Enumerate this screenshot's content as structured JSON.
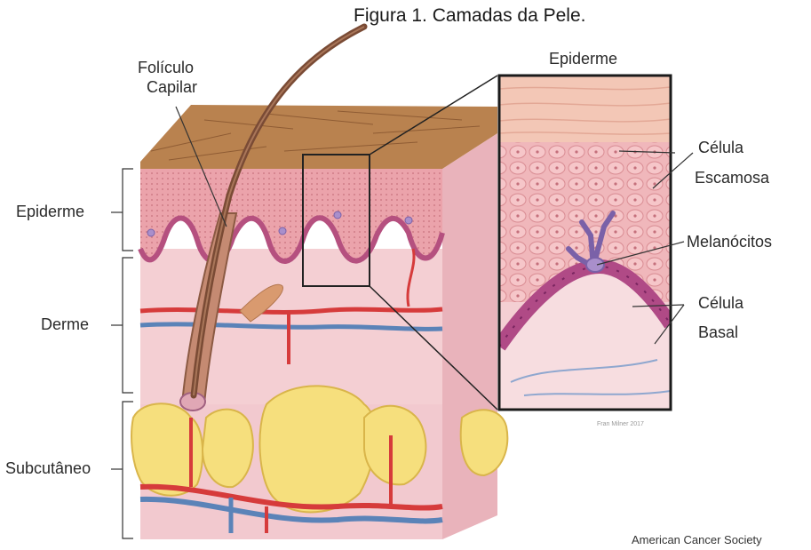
{
  "figure": {
    "title": "Figura 1. Camadas da Pele.",
    "labels": {
      "hair_follicle": [
        "Folículo",
        "Capilar"
      ],
      "epidermis_left": "Epiderme",
      "dermis": "Derme",
      "subcutaneous": "Subcutâneo",
      "inset_title": "Epiderme",
      "squamous_cell": [
        "Célula",
        "Escamosa"
      ],
      "melanocytes": "Melanócitos",
      "basal_cell": [
        "Célula",
        "Basal"
      ]
    },
    "artist_credit": "Fran Milner 2017",
    "source": "American Cancer Society"
  },
  "colors": {
    "skin_surface": "#b9824f",
    "epidermis": "#e7a6ad",
    "dermis": "#f4cfd3",
    "fat": "#f6df7d",
    "artery": "#d63b3b",
    "vein": "#5b83b8",
    "hair": "#7a4b35",
    "melanocyte": "#a98fcb",
    "basal": "#b04a86"
  }
}
